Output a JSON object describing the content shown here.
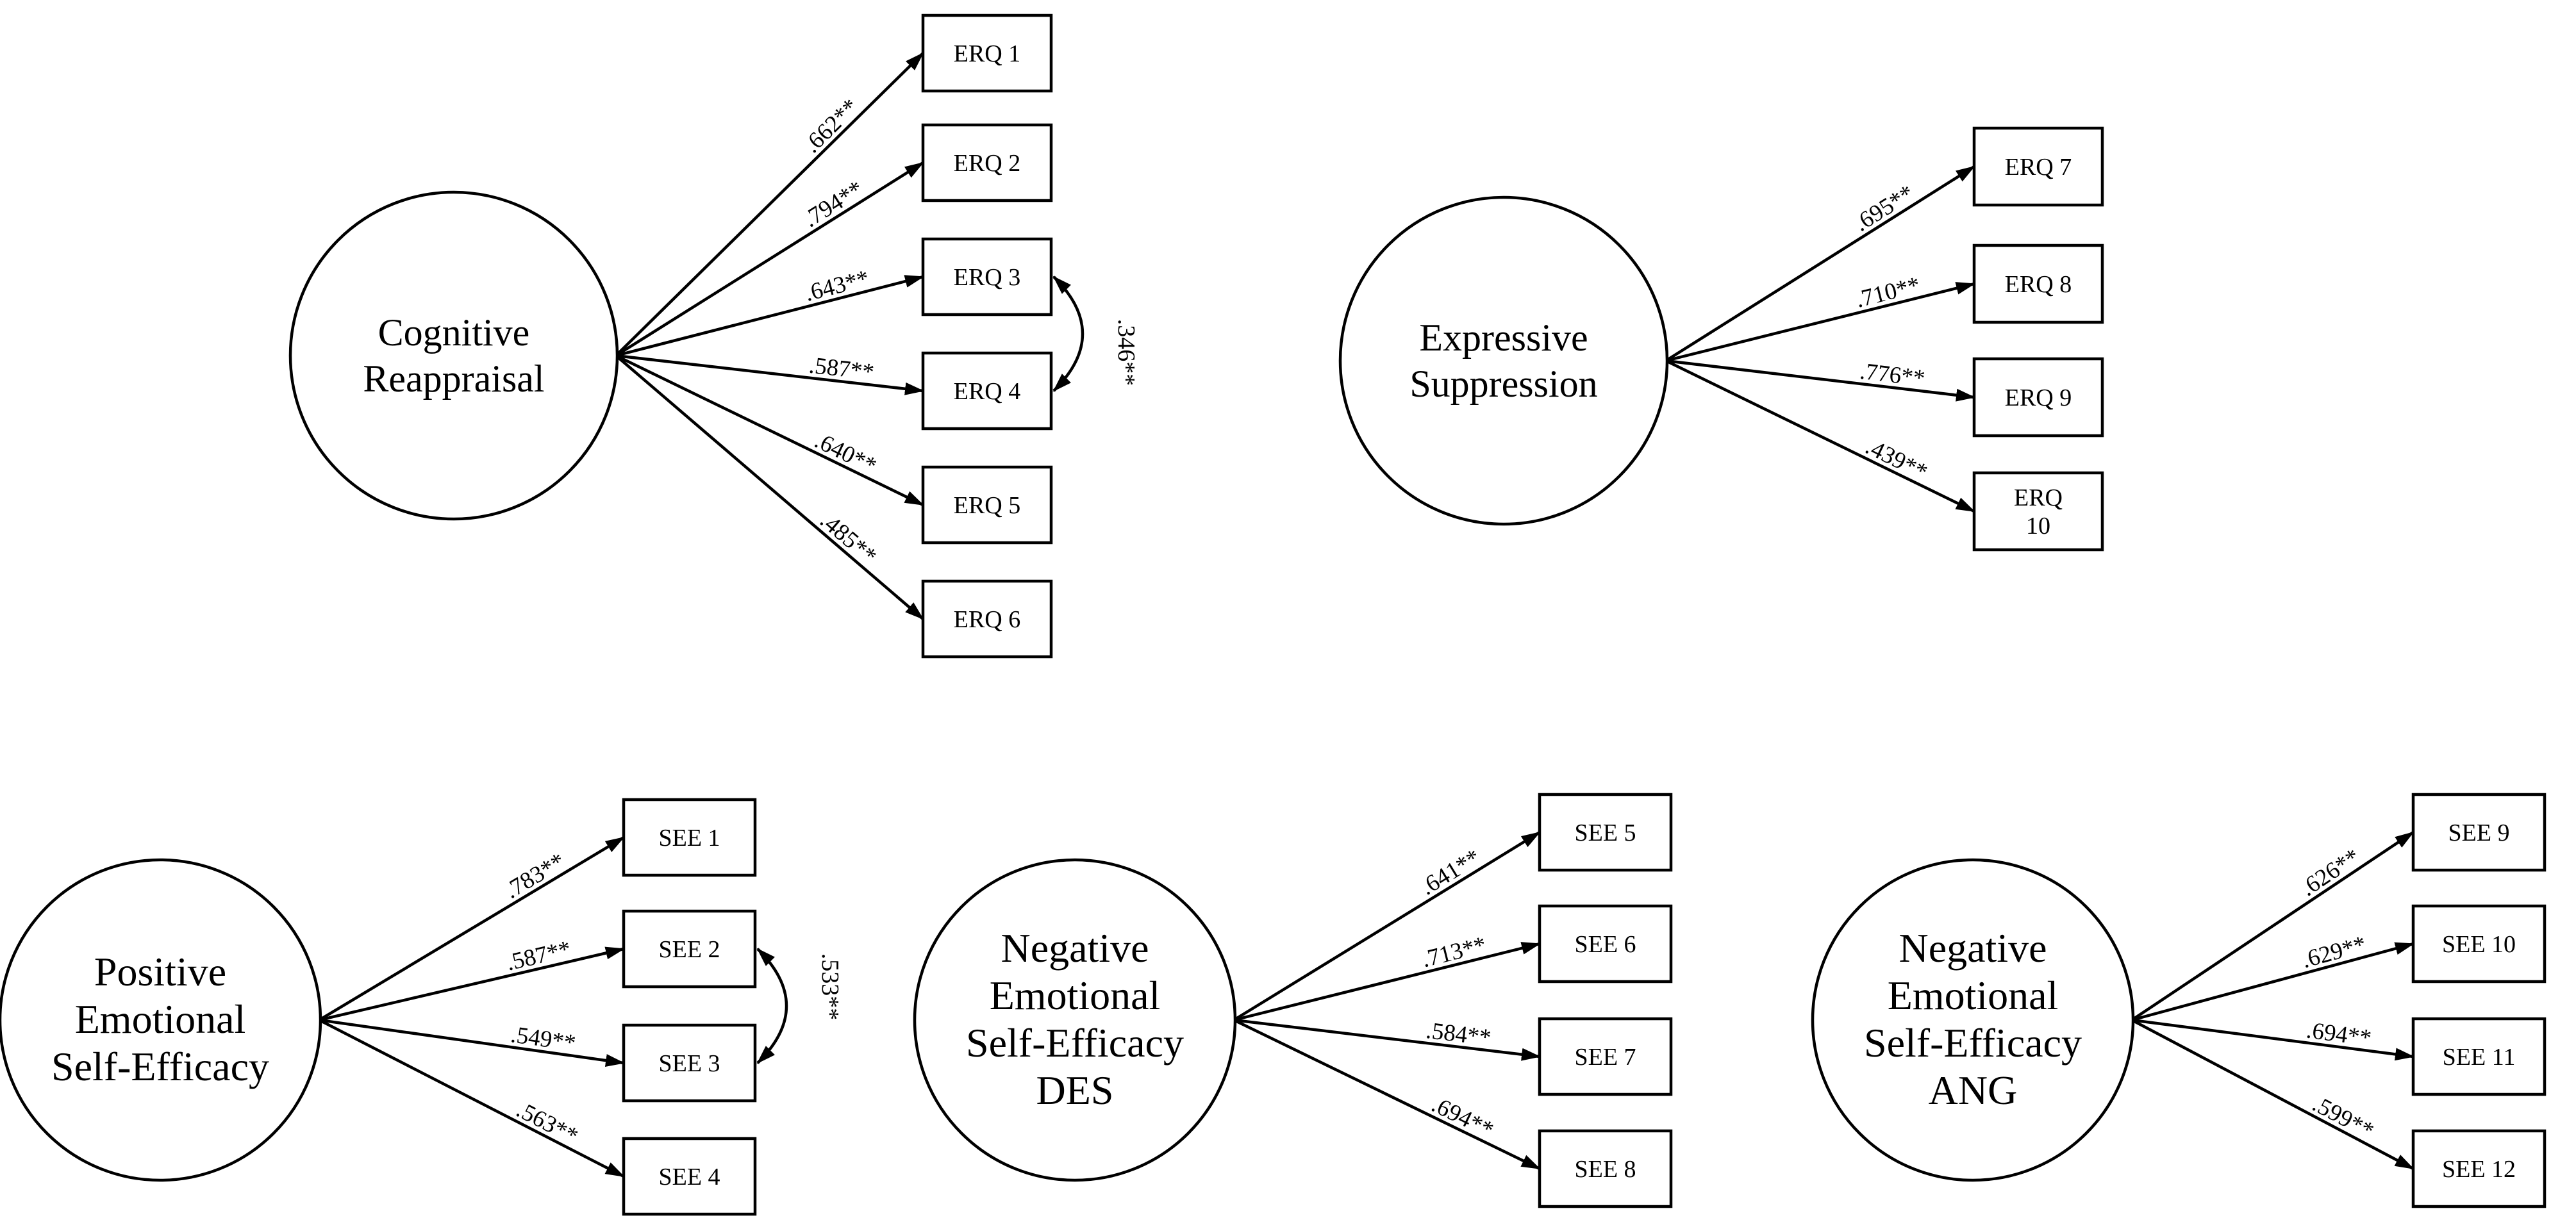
{
  "models": [
    {
      "latent": {
        "lines": [
          "Cognitive",
          "Reappraisal"
        ]
      },
      "indicators": [
        {
          "label": [
            "ERQ 1"
          ],
          "loading": ".662**"
        },
        {
          "label": [
            "ERQ 2"
          ],
          "loading": ".794**"
        },
        {
          "label": [
            "ERQ 3"
          ],
          "loading": ".643**"
        },
        {
          "label": [
            "ERQ 4"
          ],
          "loading": ".587**"
        },
        {
          "label": [
            "ERQ 5"
          ],
          "loading": ".640**"
        },
        {
          "label": [
            "ERQ 6"
          ],
          "loading": ".485**"
        }
      ],
      "covariance": {
        "between": [
          "ERQ 3",
          "ERQ 4"
        ],
        "value": ".346**"
      }
    },
    {
      "latent": {
        "lines": [
          "Expressive",
          "Suppression"
        ]
      },
      "indicators": [
        {
          "label": [
            "ERQ 7"
          ],
          "loading": ".695**"
        },
        {
          "label": [
            "ERQ 8"
          ],
          "loading": ".710**"
        },
        {
          "label": [
            "ERQ 9"
          ],
          "loading": ".776**"
        },
        {
          "label": [
            "ERQ",
            "10"
          ],
          "loading": ".439**"
        }
      ]
    },
    {
      "latent": {
        "lines": [
          "Positive",
          "Emotional",
          "Self-Efficacy"
        ]
      },
      "indicators": [
        {
          "label": [
            "SEE 1"
          ],
          "loading": ".783**"
        },
        {
          "label": [
            "SEE 2"
          ],
          "loading": ".587**"
        },
        {
          "label": [
            "SEE 3"
          ],
          "loading": ".549**"
        },
        {
          "label": [
            "SEE 4"
          ],
          "loading": ".563**"
        }
      ],
      "covariance": {
        "between": [
          "SEE 2",
          "SEE 3"
        ],
        "value": ".533**"
      }
    },
    {
      "latent": {
        "lines": [
          "Negative",
          "Emotional",
          "Self-Efficacy",
          "DES"
        ]
      },
      "indicators": [
        {
          "label": [
            "SEE 5"
          ],
          "loading": ".641**"
        },
        {
          "label": [
            "SEE 6"
          ],
          "loading": ".713**"
        },
        {
          "label": [
            "SEE 7"
          ],
          "loading": ".584**"
        },
        {
          "label": [
            "SEE 8"
          ],
          "loading": ".694**"
        }
      ]
    },
    {
      "latent": {
        "lines": [
          "Negative",
          "Emotional",
          "Self-Efficacy",
          "ANG"
        ]
      },
      "indicators": [
        {
          "label": [
            "SEE 9"
          ],
          "loading": ".626**"
        },
        {
          "label": [
            "SEE 10"
          ],
          "loading": ".629**"
        },
        {
          "label": [
            "SEE 11"
          ],
          "loading": ".694**"
        },
        {
          "label": [
            "SEE 12"
          ],
          "loading": ".599**"
        }
      ]
    }
  ]
}
